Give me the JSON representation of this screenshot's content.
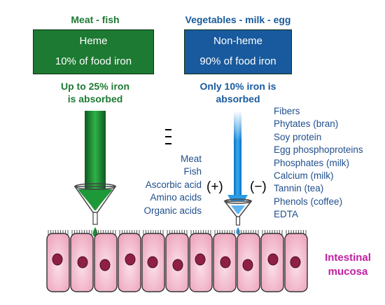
{
  "heme": {
    "header": "Meat - fish",
    "box_title": "Heme",
    "box_subtitle": "10% of food iron",
    "absorption_line1": "Up to 25% iron",
    "absorption_line2": "is absorbed"
  },
  "nonheme": {
    "header": "Vegetables - milk - egg",
    "box_title": "Non-heme",
    "box_subtitle": "90% of food iron",
    "absorption_line1": "Only 10% iron is",
    "absorption_line2": "absorbed"
  },
  "enhancers": {
    "sign": "(+)",
    "items": [
      "Meat",
      "Fish",
      "Ascorbic acid",
      "Amino acids",
      "Organic acids"
    ]
  },
  "inhibitors": {
    "sign": "(−)",
    "items": [
      "Fibers",
      "Phytates (bran)",
      "Soy protein",
      "Egg phosphoproteins",
      "Phosphates (milk)",
      "Calcium (milk)",
      "Tannin (tea)",
      "Phenols (coffee)",
      "EDTA"
    ]
  },
  "mucosa": {
    "line1": "Intestinal",
    "line2": "mucosa"
  },
  "colors": {
    "heme_green": "#1d7a32",
    "nonheme_blue": "#185a9d",
    "text_blue": "#1f4e8c",
    "mucosa_magenta": "#c01fa3",
    "cell_fill": "#f6c6d6",
    "nucleus": "#8e1f45"
  }
}
